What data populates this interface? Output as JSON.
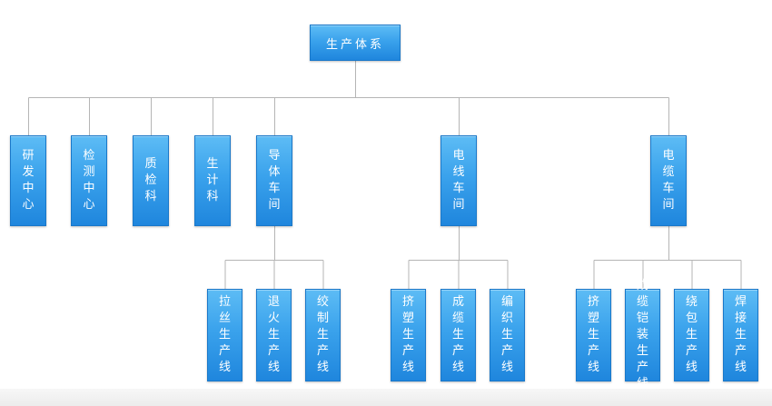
{
  "root": "生产体系",
  "level1": [
    {
      "label": "研发中心"
    },
    {
      "label": "检测中心"
    },
    {
      "label": "质检科"
    },
    {
      "label": "生计科"
    },
    {
      "label": "导体车间",
      "children": [
        "拉丝生产线",
        "退火生产线",
        "绞制生产线"
      ]
    },
    {
      "label": "电线车间",
      "children": [
        "挤塑生产线",
        "成缆生产线",
        "编织生产线"
      ]
    },
    {
      "label": "电缆车间",
      "children": [
        "挤塑生产线",
        "成缆铠装生产线",
        "绕包生产线",
        "焊接生产线"
      ]
    }
  ],
  "colors": {
    "box_top": "#5dbcf5",
    "box_bottom": "#1f86dd",
    "connector": "#b5b5b5"
  }
}
